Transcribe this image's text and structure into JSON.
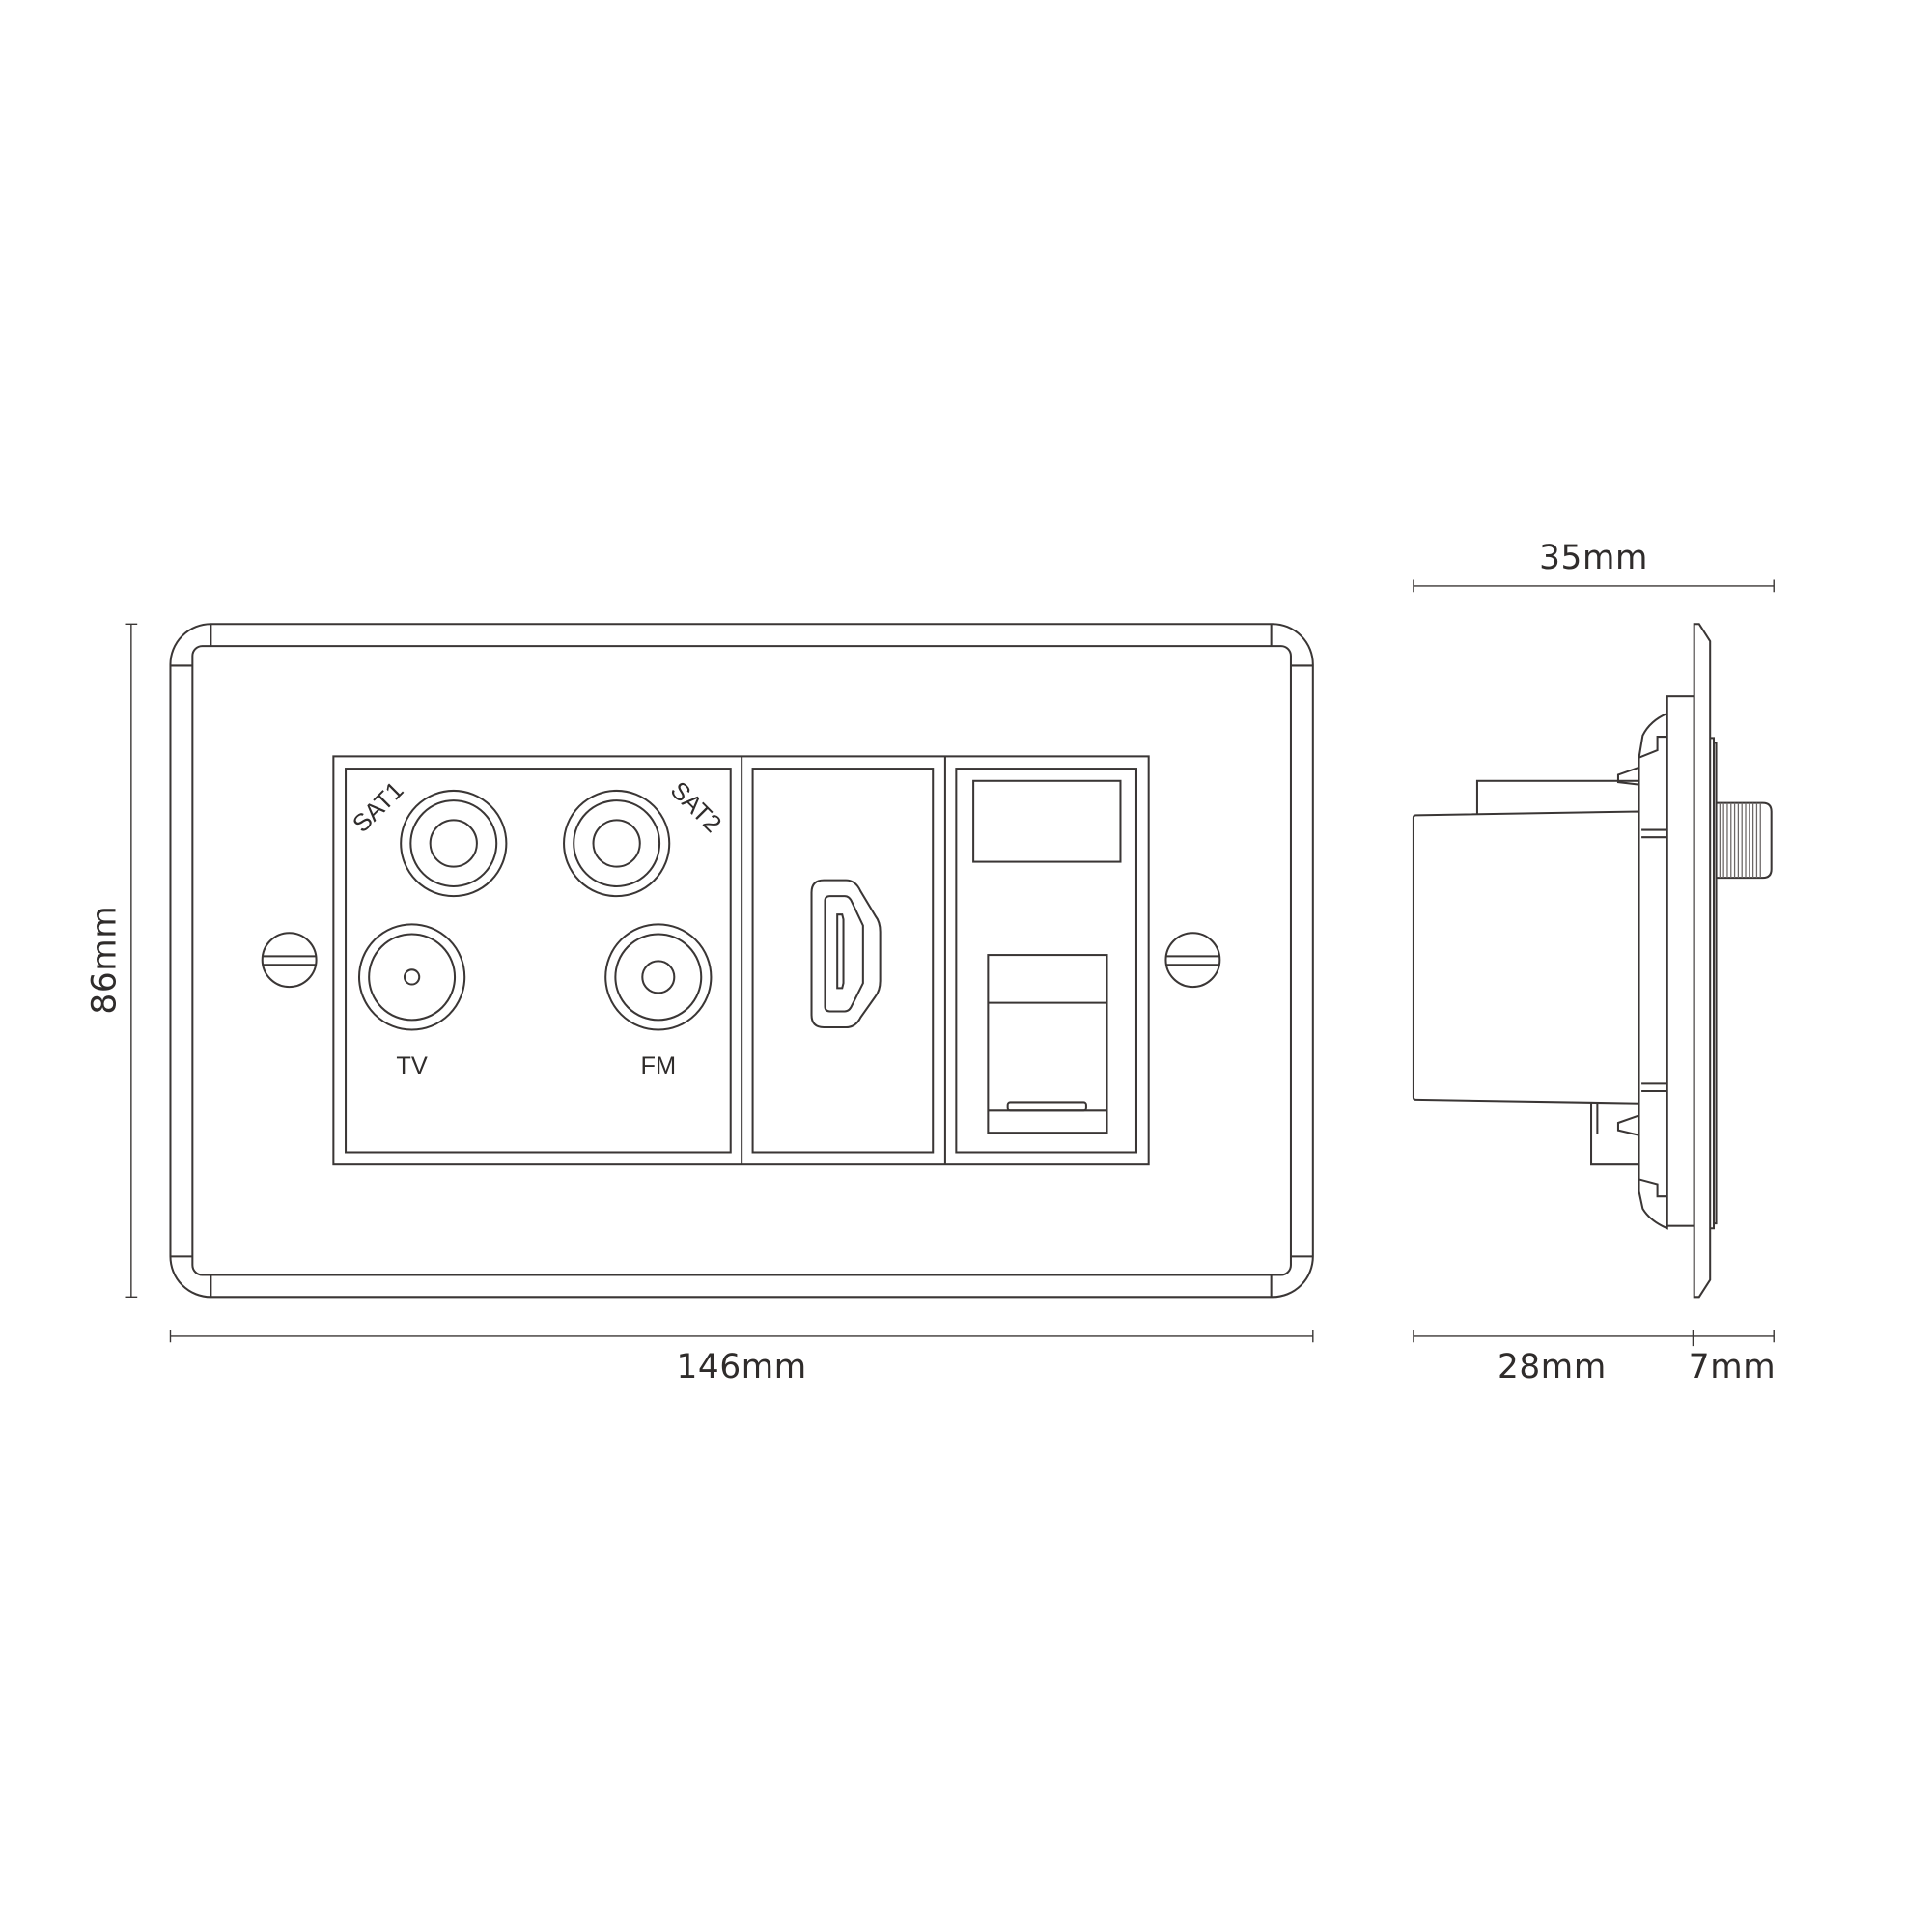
{
  "dimensions": {
    "height": "86mm",
    "width": "146mm",
    "depth_total": "35mm",
    "depth_back": "28mm",
    "depth_front": "7mm"
  },
  "front_view": {
    "socket_labels": {
      "sat1": "SAT1",
      "sat2": "SAT2",
      "tv": "TV",
      "fm": "FM"
    },
    "modules": [
      "satellite-tv-fm-module",
      "hdmi-module",
      "rj45-data-module"
    ]
  },
  "colors": {
    "line": "#3a3635",
    "background": "#ffffff"
  }
}
